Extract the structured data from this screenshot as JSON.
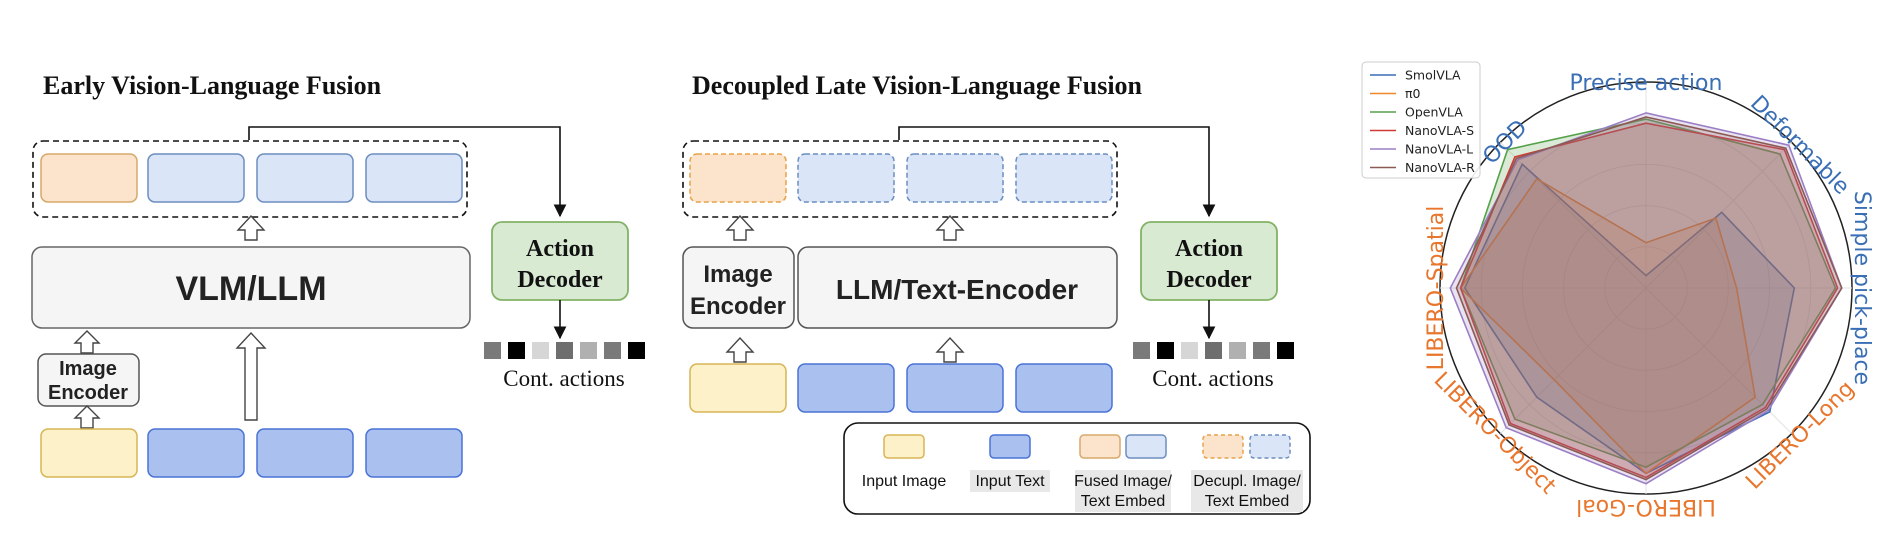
{
  "left_panel": {
    "title": "Early Vision-Language Fusion",
    "vlm_label": "VLM/LLM",
    "image_encoder_line1": "Image",
    "image_encoder_line2": "Encoder",
    "action_decoder_line1": "Action",
    "action_decoder_line2": "Decoder",
    "actions_label": "Cont. actions"
  },
  "middle_panel": {
    "title": "Decoupled Late Vision-Language Fusion",
    "image_encoder_line1": "Image",
    "image_encoder_line2": "Encoder",
    "llm_label": "LLM/Text-Encoder",
    "action_decoder_line1": "Action",
    "action_decoder_line2": "Decoder",
    "actions_label": "Cont. actions"
  },
  "legend": {
    "input_image": "Input Image",
    "input_text": "Input Text",
    "fused_line1": "Fused Image/",
    "fused_line2": "Text Embed",
    "decoupled_line1": "Decupl. Image/",
    "decoupled_line2": "Text Embed"
  },
  "colors": {
    "image_token": "#fdf1c9",
    "text_token": "#aac1f0",
    "fused_image": "#fbe3cc",
    "fused_text": "#dae6f8",
    "decoder_fill": "#d9ead3",
    "decoder_stroke": "#82b366"
  },
  "chart_data": {
    "type": "radar",
    "axes": [
      "Precise action",
      "Deformable",
      "Simple pick-place",
      "LIBERO-Long",
      "LIBERO-Goal",
      "LIBERO-Object",
      "LIBERO-Spatial",
      "OOD"
    ],
    "range": [
      0,
      1
    ],
    "grid": true,
    "legend_position": "top-left",
    "series": [
      {
        "name": "SmolVLA",
        "color": "#3a6fb5",
        "values": [
          0.06,
          0.52,
          0.72,
          0.85,
          0.9,
          0.75,
          0.88,
          0.85
        ]
      },
      {
        "name": "π0",
        "color": "#f0862e",
        "values": [
          0.22,
          0.48,
          0.44,
          0.75,
          0.9,
          0.63,
          0.9,
          0.75
        ]
      },
      {
        "name": "OpenVLA",
        "color": "#55a14a",
        "values": [
          0.82,
          0.92,
          0.92,
          0.8,
          0.87,
          0.9,
          0.9,
          0.95
        ]
      },
      {
        "name": "NanoVLA-S",
        "color": "#cf3a35",
        "values": [
          0.8,
          0.95,
          0.93,
          0.82,
          0.92,
          0.93,
          0.9,
          0.9
        ]
      },
      {
        "name": "NanoVLA-L",
        "color": "#9b7fc4",
        "values": [
          0.85,
          0.98,
          0.95,
          0.84,
          0.95,
          0.96,
          0.95,
          0.88
        ]
      },
      {
        "name": "NanoVLA-R",
        "color": "#8c5a54",
        "values": [
          0.83,
          0.96,
          0.95,
          0.83,
          0.93,
          0.94,
          0.92,
          0.89
        ]
      }
    ]
  }
}
